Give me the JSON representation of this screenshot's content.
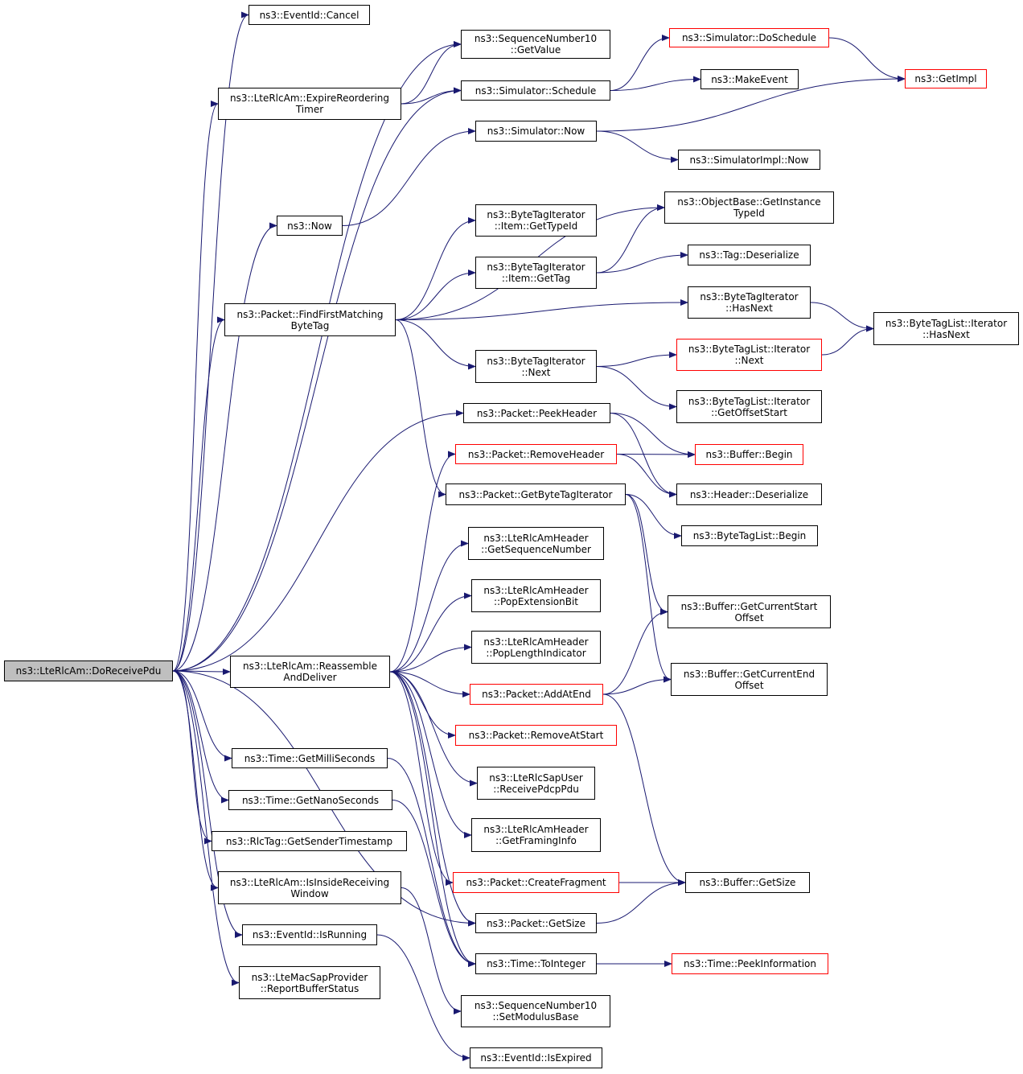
{
  "graph": {
    "root": "doreceivepdu",
    "edge_color": "#191970",
    "truncated_border_color": "#ff0000",
    "root_fill": "#bfbfbf",
    "nodes": [
      {
        "id": "doreceivepdu",
        "lines": [
          "ns3::LteRlcAm::DoReceivePdu"
        ],
        "root": true
      },
      {
        "id": "eventid-cancel",
        "lines": [
          "ns3::EventId::Cancel"
        ]
      },
      {
        "id": "seqnum10-getvalue",
        "lines": [
          "ns3::SequenceNumber10",
          "::GetValue"
        ]
      },
      {
        "id": "simulator-doschedule",
        "lines": [
          "ns3::Simulator::DoSchedule"
        ],
        "truncated": true
      },
      {
        "id": "getimpl",
        "lines": [
          "ns3::GetImpl"
        ],
        "truncated": true
      },
      {
        "id": "expirereordering",
        "lines": [
          "ns3::LteRlcAm::ExpireReordering",
          "Timer"
        ]
      },
      {
        "id": "simulator-schedule",
        "lines": [
          "ns3::Simulator::Schedule"
        ]
      },
      {
        "id": "makeevent",
        "lines": [
          "ns3::MakeEvent"
        ]
      },
      {
        "id": "simulator-now",
        "lines": [
          "ns3::Simulator::Now"
        ]
      },
      {
        "id": "simulatorimpl-now",
        "lines": [
          "ns3::SimulatorImpl::Now"
        ]
      },
      {
        "id": "objectbase-getinstancetypeid",
        "lines": [
          "ns3::ObjectBase::GetInstance",
          "TypeId"
        ]
      },
      {
        "id": "ns3-now",
        "lines": [
          "ns3::Now"
        ]
      },
      {
        "id": "bytetagiterator-item-gettypeid",
        "lines": [
          "ns3::ByteTagIterator",
          "::Item::GetTypeId"
        ]
      },
      {
        "id": "bytetagiterator-item-gettag",
        "lines": [
          "ns3::ByteTagIterator",
          "::Item::GetTag"
        ]
      },
      {
        "id": "tag-deserialize",
        "lines": [
          "ns3::Tag::Deserialize"
        ]
      },
      {
        "id": "findfirstmatchingbytetag",
        "lines": [
          "ns3::Packet::FindFirstMatching",
          "ByteTag"
        ]
      },
      {
        "id": "bytetagiterator-hasnext",
        "lines": [
          "ns3::ByteTagIterator",
          "::HasNext"
        ]
      },
      {
        "id": "bytetaglist-iterator-hasnext",
        "lines": [
          "ns3::ByteTagList::Iterator",
          "::HasNext"
        ]
      },
      {
        "id": "bytetagiterator-next",
        "lines": [
          "ns3::ByteTagIterator",
          "::Next"
        ]
      },
      {
        "id": "bytetaglist-iterator-next",
        "lines": [
          "ns3::ByteTagList::Iterator",
          "::Next"
        ],
        "truncated": true
      },
      {
        "id": "bytetaglist-iterator-getoffsetstart",
        "lines": [
          "ns3::ByteTagList::Iterator",
          "::GetOffsetStart"
        ]
      },
      {
        "id": "packet-peekheader",
        "lines": [
          "ns3::Packet::PeekHeader"
        ]
      },
      {
        "id": "packet-removeheader",
        "lines": [
          "ns3::Packet::RemoveHeader"
        ],
        "truncated": true
      },
      {
        "id": "buffer-begin",
        "lines": [
          "ns3::Buffer::Begin"
        ],
        "truncated": true
      },
      {
        "id": "packet-getbytetagiterator",
        "lines": [
          "ns3::Packet::GetByteTagIterator"
        ]
      },
      {
        "id": "header-deserialize",
        "lines": [
          "ns3::Header::Deserialize"
        ]
      },
      {
        "id": "bytetaglist-begin",
        "lines": [
          "ns3::ByteTagList::Begin"
        ]
      },
      {
        "id": "ltermamheader-getsequencenumber",
        "lines": [
          "ns3::LteRlcAmHeader",
          "::GetSequenceNumber"
        ]
      },
      {
        "id": "ltermamheader-popextensionbit",
        "lines": [
          "ns3::LteRlcAmHeader",
          "::PopExtensionBit"
        ]
      },
      {
        "id": "buffer-getcurrentstartoffset",
        "lines": [
          "ns3::Buffer::GetCurrentStart",
          "Offset"
        ]
      },
      {
        "id": "ltermamheader-poplengthindicator",
        "lines": [
          "ns3::LteRlcAmHeader",
          "::PopLengthIndicator"
        ]
      },
      {
        "id": "reassembleanddeliver",
        "lines": [
          "ns3::LteRlcAm::Reassemble",
          "AndDeliver"
        ]
      },
      {
        "id": "buffer-getcurrentendoffset",
        "lines": [
          "ns3::Buffer::GetCurrentEnd",
          "Offset"
        ]
      },
      {
        "id": "packet-addatend",
        "lines": [
          "ns3::Packet::AddAtEnd"
        ],
        "truncated": true
      },
      {
        "id": "packet-removeatstart",
        "lines": [
          "ns3::Packet::RemoveAtStart"
        ],
        "truncated": true
      },
      {
        "id": "time-getmilliseconds",
        "lines": [
          "ns3::Time::GetMilliSeconds"
        ]
      },
      {
        "id": "lterlcsapuser-receivepdcppdu",
        "lines": [
          "ns3::LteRlcSapUser",
          "::ReceivePdcpPdu"
        ]
      },
      {
        "id": "time-getnanoseconds",
        "lines": [
          "ns3::Time::GetNanoSeconds"
        ]
      },
      {
        "id": "ltermamheader-getframinginfo",
        "lines": [
          "ns3::LteRlcAmHeader",
          "::GetFramingInfo"
        ]
      },
      {
        "id": "rlctag-getsendertimestamp",
        "lines": [
          "ns3::RlcTag::GetSenderTimestamp"
        ]
      },
      {
        "id": "isinsidereceivingwindow",
        "lines": [
          "ns3::LteRlcAm::IsInsideReceiving",
          "Window"
        ]
      },
      {
        "id": "packet-createfragment",
        "lines": [
          "ns3::Packet::CreateFragment"
        ],
        "truncated": true
      },
      {
        "id": "buffer-getsize",
        "lines": [
          "ns3::Buffer::GetSize"
        ]
      },
      {
        "id": "packet-getsize",
        "lines": [
          "ns3::Packet::GetSize"
        ]
      },
      {
        "id": "eventid-isrunning",
        "lines": [
          "ns3::EventId::IsRunning"
        ]
      },
      {
        "id": "time-tointeger",
        "lines": [
          "ns3::Time::ToInteger"
        ]
      },
      {
        "id": "time-peekinformation",
        "lines": [
          "ns3::Time::PeekInformation"
        ],
        "truncated": true
      },
      {
        "id": "ltemacsapprovider-reportbufferstatus",
        "lines": [
          "ns3::LteMacSapProvider",
          "::ReportBufferStatus"
        ]
      },
      {
        "id": "seqnum10-setmodulusbase",
        "lines": [
          "ns3::SequenceNumber10",
          "::SetModulusBase"
        ]
      },
      {
        "id": "eventid-isexpired",
        "lines": [
          "ns3::EventId::IsExpired"
        ]
      }
    ],
    "edges": [
      [
        "doreceivepdu",
        "eventid-cancel"
      ],
      [
        "doreceivepdu",
        "seqnum10-getvalue"
      ],
      [
        "doreceivepdu",
        "expirereordering"
      ],
      [
        "doreceivepdu",
        "simulator-schedule"
      ],
      [
        "doreceivepdu",
        "ns3-now"
      ],
      [
        "doreceivepdu",
        "findfirstmatchingbytetag"
      ],
      [
        "doreceivepdu",
        "packet-peekheader"
      ],
      [
        "doreceivepdu",
        "reassembleanddeliver"
      ],
      [
        "doreceivepdu",
        "packet-getsize"
      ],
      [
        "doreceivepdu",
        "time-getmilliseconds"
      ],
      [
        "doreceivepdu",
        "time-getnanoseconds"
      ],
      [
        "doreceivepdu",
        "rlctag-getsendertimestamp"
      ],
      [
        "doreceivepdu",
        "isinsidereceivingwindow"
      ],
      [
        "doreceivepdu",
        "eventid-isrunning"
      ],
      [
        "doreceivepdu",
        "ltemacsapprovider-reportbufferstatus"
      ],
      [
        "expirereordering",
        "seqnum10-getvalue"
      ],
      [
        "expirereordering",
        "simulator-schedule"
      ],
      [
        "simulator-schedule",
        "simulator-doschedule"
      ],
      [
        "simulator-schedule",
        "makeevent"
      ],
      [
        "simulator-doschedule",
        "getimpl"
      ],
      [
        "simulator-now",
        "getimpl"
      ],
      [
        "simulator-now",
        "simulatorimpl-now"
      ],
      [
        "ns3-now",
        "simulator-now"
      ],
      [
        "findfirstmatchingbytetag",
        "objectbase-getinstancetypeid"
      ],
      [
        "findfirstmatchingbytetag",
        "bytetagiterator-item-gettypeid"
      ],
      [
        "findfirstmatchingbytetag",
        "bytetagiterator-item-gettag"
      ],
      [
        "findfirstmatchingbytetag",
        "bytetagiterator-hasnext"
      ],
      [
        "findfirstmatchingbytetag",
        "bytetagiterator-next"
      ],
      [
        "findfirstmatchingbytetag",
        "packet-getbytetagiterator"
      ],
      [
        "bytetagiterator-item-gettag",
        "objectbase-getinstancetypeid"
      ],
      [
        "bytetagiterator-item-gettag",
        "tag-deserialize"
      ],
      [
        "bytetagiterator-hasnext",
        "bytetaglist-iterator-hasnext"
      ],
      [
        "bytetagiterator-next",
        "bytetaglist-iterator-next"
      ],
      [
        "bytetagiterator-next",
        "bytetaglist-iterator-getoffsetstart"
      ],
      [
        "bytetaglist-iterator-next",
        "bytetaglist-iterator-hasnext"
      ],
      [
        "packet-peekheader",
        "buffer-begin"
      ],
      [
        "packet-peekheader",
        "header-deserialize"
      ],
      [
        "packet-removeheader",
        "buffer-begin"
      ],
      [
        "packet-removeheader",
        "header-deserialize"
      ],
      [
        "packet-getbytetagiterator",
        "bytetaglist-begin"
      ],
      [
        "packet-getbytetagiterator",
        "buffer-getcurrentstartoffset"
      ],
      [
        "packet-getbytetagiterator",
        "buffer-getcurrentendoffset"
      ],
      [
        "reassembleanddeliver",
        "packet-removeheader"
      ],
      [
        "reassembleanddeliver",
        "ltermamheader-getsequencenumber"
      ],
      [
        "reassembleanddeliver",
        "ltermamheader-popextensionbit"
      ],
      [
        "reassembleanddeliver",
        "ltermamheader-poplengthindicator"
      ],
      [
        "reassembleanddeliver",
        "packet-addatend"
      ],
      [
        "reassembleanddeliver",
        "packet-removeatstart"
      ],
      [
        "reassembleanddeliver",
        "lterlcsapuser-receivepdcppdu"
      ],
      [
        "reassembleanddeliver",
        "ltermamheader-getframinginfo"
      ],
      [
        "reassembleanddeliver",
        "packet-createfragment"
      ],
      [
        "reassembleanddeliver",
        "packet-getsize"
      ],
      [
        "reassembleanddeliver",
        "time-tointeger"
      ],
      [
        "packet-addatend",
        "buffer-getcurrentstartoffset"
      ],
      [
        "packet-addatend",
        "buffer-getcurrentendoffset"
      ],
      [
        "packet-addatend",
        "buffer-getsize"
      ],
      [
        "packet-createfragment",
        "buffer-getsize"
      ],
      [
        "packet-getsize",
        "buffer-getsize"
      ],
      [
        "time-getmilliseconds",
        "time-tointeger"
      ],
      [
        "time-getnanoseconds",
        "time-tointeger"
      ],
      [
        "time-tointeger",
        "time-peekinformation"
      ],
      [
        "isinsidereceivingwindow",
        "seqnum10-setmodulusbase"
      ],
      [
        "eventid-isrunning",
        "eventid-isexpired"
      ]
    ]
  }
}
